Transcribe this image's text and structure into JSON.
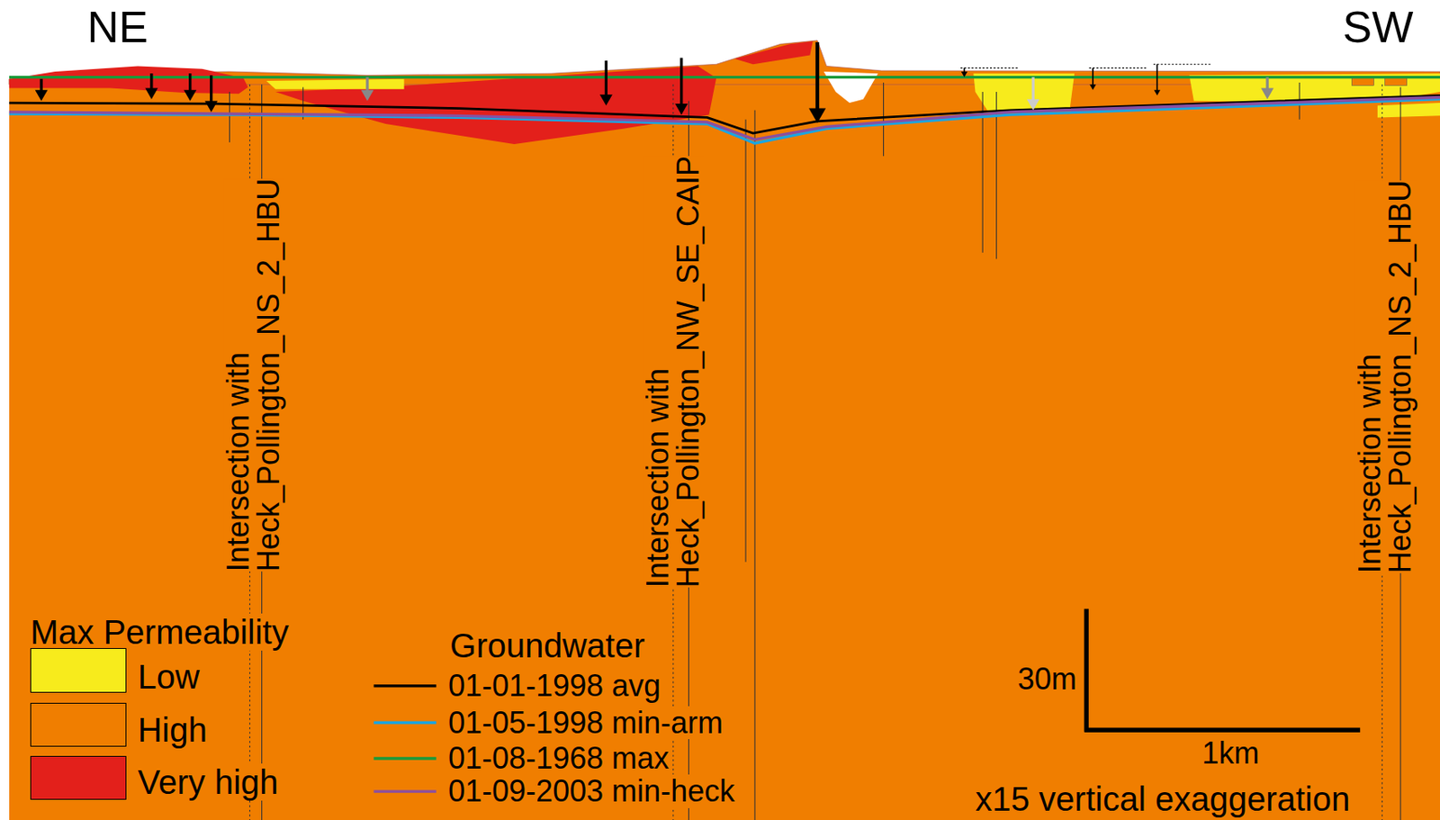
{
  "diagram": {
    "labels": [
      "NE",
      "SW",
      "Intersection with Heck_Pollington_NS_2_HBU",
      "Intersection with Heck_Pollington_NW_SE_CAIP",
      "Intersection with Heck_Pollington_NS_2_HBU",
      "Max Permeability",
      "Groundwater",
      "30m",
      "1km",
      "x15 vertical exaggeration"
    ],
    "legend": [
      {
        "text": "Low",
        "color": "#f7eb1c"
      },
      {
        "text": "High",
        "color": "#f07e00"
      },
      {
        "text": "Very high",
        "color": "#e3201b"
      },
      {
        "text": "01-01-1998 avg"
      },
      {
        "text": "01-05-1998 min-arm"
      },
      {
        "text": "01-08-1968 max"
      },
      {
        "text": "01-09-2003 min-heck"
      }
    ]
  }
}
